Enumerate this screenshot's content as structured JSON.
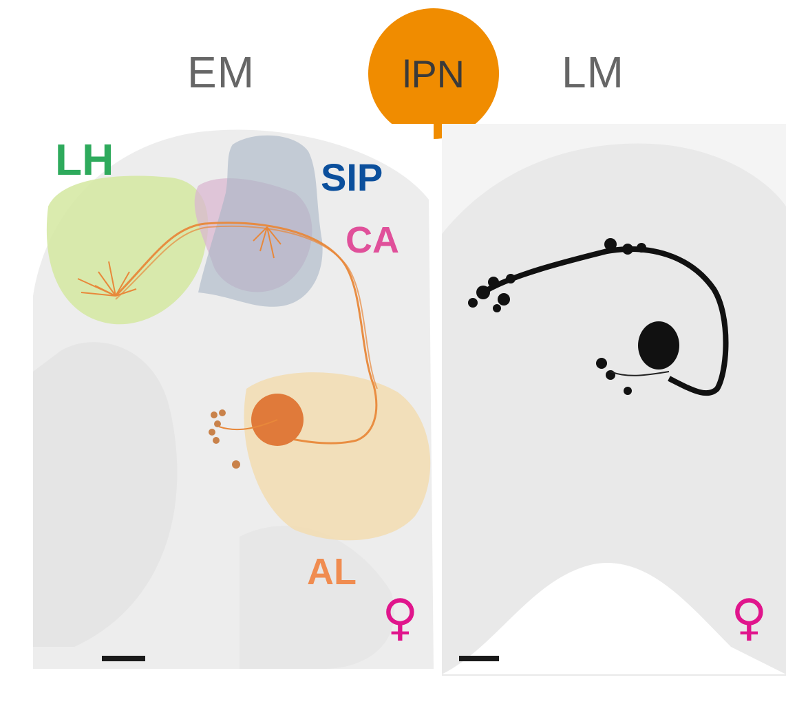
{
  "header": {
    "left_label": "EM",
    "badge_label": "lPN",
    "right_label": "LM"
  },
  "em_panel": {
    "regions": {
      "lh": "LH",
      "sip": "SIP",
      "ca": "CA",
      "al": "AL"
    },
    "sex_symbol": "♀"
  },
  "lm_panel": {
    "sex_symbol": "♀"
  },
  "colors": {
    "badge": "#f08c00",
    "lh": "#2eaa5c",
    "sip": "#0b4f9c",
    "ca": "#e0509a",
    "al": "#f08c50",
    "neuron": "#e8883a",
    "female": "#e0158c",
    "header_text": "#666666"
  },
  "icons": {
    "sex": "female-symbol-icon",
    "scale": "scale-bar"
  }
}
